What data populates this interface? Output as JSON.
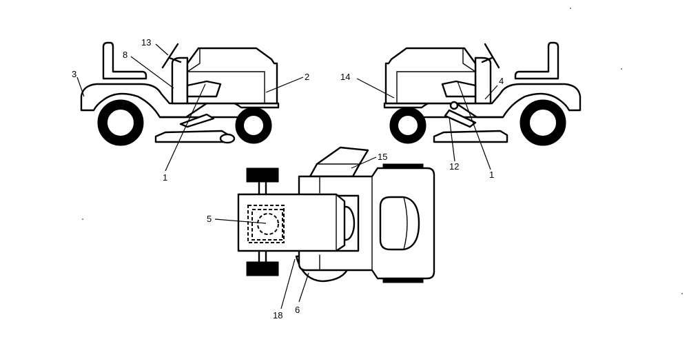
{
  "callouts": {
    "left_13": "13",
    "left_8": "8",
    "left_3": "3",
    "left_2": "2",
    "left_1": "1",
    "right_14": "14",
    "right_4": "4",
    "right_12": "12",
    "right_1": "1",
    "top_15": "15",
    "top_5": "5",
    "top_18": "18",
    "top_6": "6"
  }
}
